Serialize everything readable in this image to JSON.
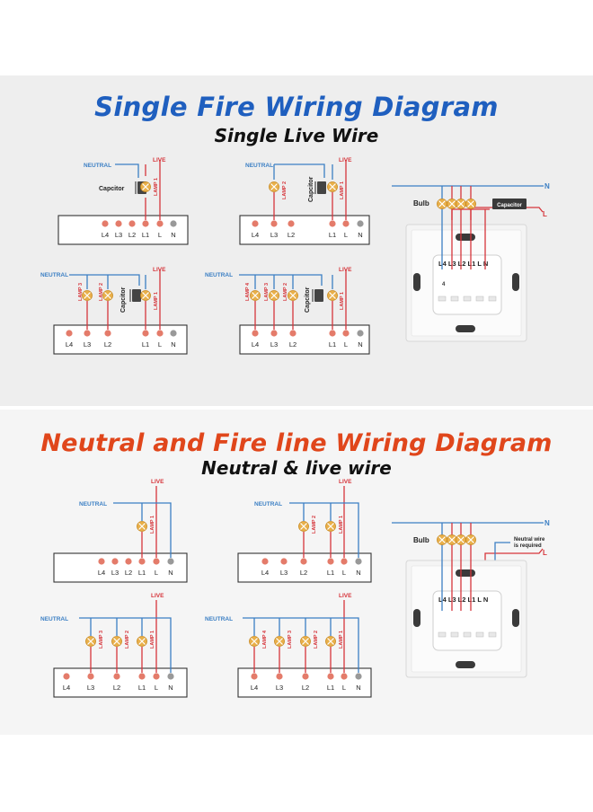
{
  "top": {
    "title": "Single Fire Wiring Diagram",
    "subtitle": "Single Live Wire",
    "neutral": "NEUTRAL",
    "live": "LIVE",
    "capacitor": "Capcitor",
    "lamp1": "LAMP 1",
    "lamp2": "LAMP 2",
    "lamp3": "LAMP 3",
    "lamp4": "LAMP 4",
    "terminals": [
      "L4",
      "L3",
      "L2",
      "L1",
      "L",
      "N"
    ],
    "photo": {
      "bulb": "Bulb",
      "capacitor": "Capacitor",
      "n": "N",
      "l": "L",
      "terminals": "L4 L3 L2 L1 L N",
      "count": "4"
    }
  },
  "bottom": {
    "title": "Neutral and Fire line Wiring Diagram",
    "subtitle": "Neutral & live wire",
    "neutral": "NEUTRAL",
    "live": "LIVE",
    "lamp1": "LAMP 1",
    "lamp2": "LAMP 2",
    "lamp3": "LAMP 3",
    "lamp4": "LAMP 4",
    "terminals": [
      "L4",
      "L3",
      "L2",
      "L1",
      "L",
      "N"
    ],
    "photo": {
      "bulb": "Bulb",
      "neutral_note_1": "Neutral wire",
      "neutral_note_2": "is required",
      "n": "N",
      "l": "L",
      "terminals": "L4 L3 L2 L1 L N"
    }
  },
  "colors": {
    "blue": "#3b7fc4",
    "red": "#d6353b",
    "orange": "#e9b04a",
    "terminal": "#e47b6a",
    "neutral_terminal": "#999999",
    "title_blue": "#1f5fbf",
    "title_red": "#e0461b"
  }
}
